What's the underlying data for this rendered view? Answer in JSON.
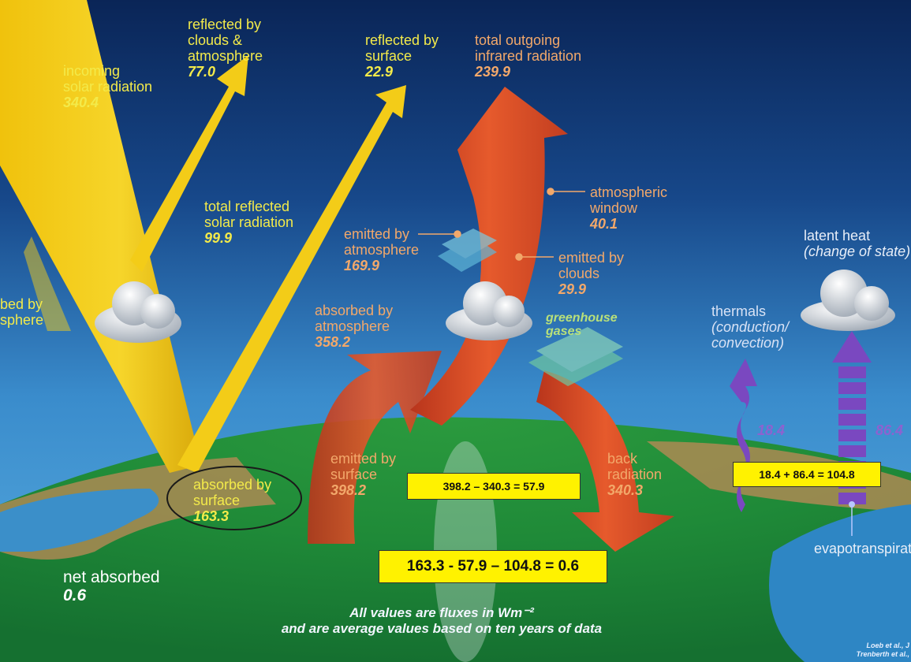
{
  "labels": {
    "incoming": {
      "text": "incoming solar radiation",
      "line1": "incoming",
      "line2": "solar radiation",
      "value": "340.4"
    },
    "reflected_clouds": {
      "line1": "reflected by",
      "line2": "clouds &",
      "line3": "atmosphere",
      "value": "77.0"
    },
    "reflected_surface": {
      "line1": "reflected by",
      "line2": "surface",
      "value": "22.9"
    },
    "total_outgoing": {
      "line1": "total outgoing",
      "line2": "infrared radiation",
      "value": "239.9"
    },
    "total_reflected": {
      "line1": "total reflected",
      "line2": "solar radiation",
      "value": "99.9"
    },
    "absorbed_atm_solar": {
      "line1": "bed by",
      "line2": "sphere"
    },
    "atm_window": {
      "line1": "atmospheric",
      "line2": "window",
      "value": "40.1"
    },
    "emitted_atm": {
      "line1": "emitted by",
      "line2": "atmosphere",
      "value": "169.9"
    },
    "emitted_clouds": {
      "line1": "emitted by",
      "line2": "clouds",
      "value": "29.9"
    },
    "latent_heat": {
      "line1": "latent heat",
      "line2": "(change of state)"
    },
    "absorbed_atm": {
      "line1": "absorbed by",
      "line2": "atmosphere",
      "value": "358.2"
    },
    "greenhouse": {
      "line1": "greenhouse",
      "line2": "gases"
    },
    "thermals": {
      "line1": "thermals",
      "line2": "(conduction/",
      "line3": "convection)",
      "value": "18.4"
    },
    "evapo_value": "86.4",
    "emitted_surface": {
      "line1": "emitted by",
      "line2": "surface",
      "value": "398.2"
    },
    "back_radiation": {
      "line1": "back",
      "line2": "radiation",
      "value": "340.3"
    },
    "absorbed_surface": {
      "line1": "absorbed by",
      "line2": "surface",
      "value": "163.3"
    },
    "evapotranspiration": "evapotranspiration",
    "net_absorbed": {
      "line1": "net absorbed",
      "value": "0.6"
    }
  },
  "equations": {
    "longwave": "398.2 – 340.3 = 57.9",
    "turbulent": "18.4 + 86.4 = 104.8",
    "net": "163.3 - 57.9 – 104.8 = 0.6"
  },
  "footer": {
    "line1": "All values are fluxes in Wm⁻²",
    "line2": "and are average values based on ten years of data"
  },
  "citation": {
    "line1": "Loeb et al., J",
    "line2": "Trenberth et al.,"
  },
  "colors": {
    "solar": "#f2c80f",
    "infrared": "#e0502a",
    "turbulent": "#7a48c0",
    "box": "#fff200"
  }
}
